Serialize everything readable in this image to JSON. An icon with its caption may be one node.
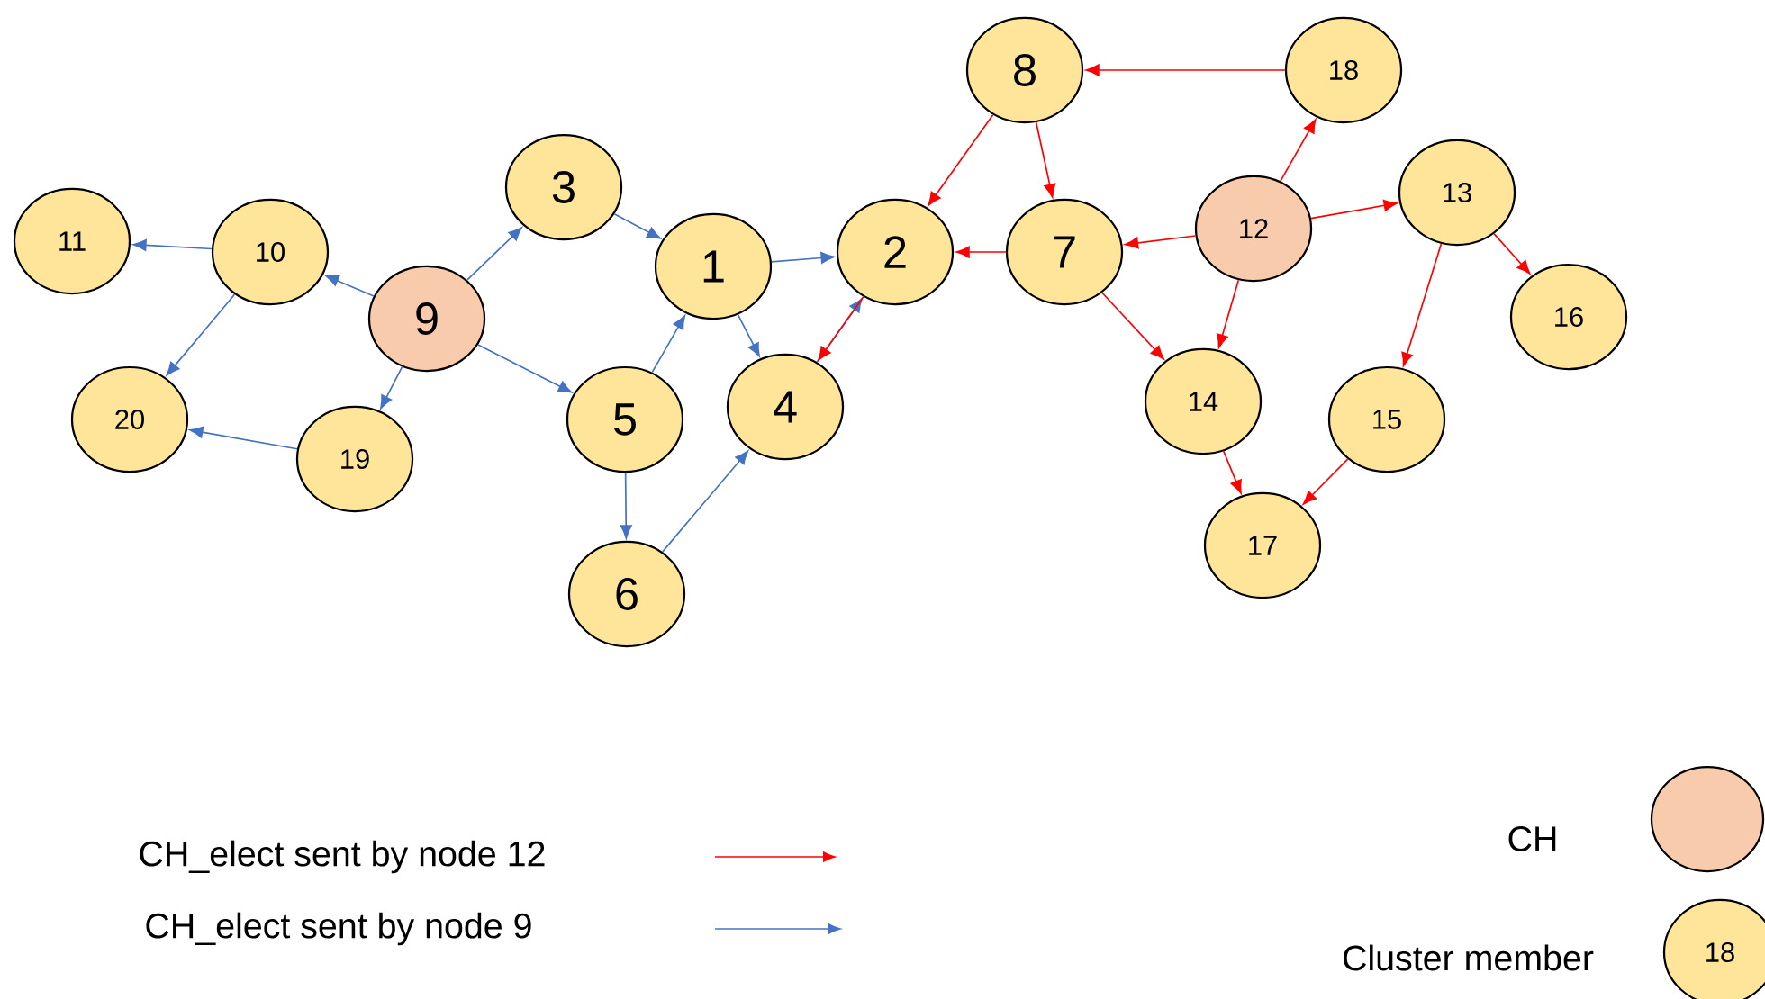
{
  "diagram": {
    "nodes": [
      {
        "text": [
          "1"
        ]
      },
      {
        "text": [
          "2"
        ]
      },
      {
        "text": [
          "3"
        ]
      },
      {
        "text": [
          "4"
        ]
      },
      {
        "text": [
          "5"
        ]
      },
      {
        "text": [
          "6"
        ]
      },
      {
        "text": [
          "7"
        ]
      },
      {
        "text": [
          "8"
        ]
      },
      {
        "text": [
          "9"
        ]
      },
      {
        "text": [
          "10"
        ]
      },
      {
        "text": [
          "11"
        ]
      },
      {
        "text": [
          "12"
        ]
      },
      {
        "text": [
          "13"
        ]
      },
      {
        "text": [
          "14"
        ]
      },
      {
        "text": [
          "15"
        ]
      },
      {
        "text": [
          "16"
        ]
      },
      {
        "text": [
          "17"
        ]
      },
      {
        "text": [
          "18"
        ]
      },
      {
        "text": [
          "19"
        ]
      },
      {
        "text": [
          "20"
        ]
      }
    ],
    "edges": [
      {
        "from": 8,
        "to": 2,
        "arrow": "to",
        "color": "#4472c4"
      },
      {
        "from": 8,
        "to": 9,
        "arrow": "to",
        "color": "#4472c4"
      },
      {
        "from": 8,
        "to": 18,
        "arrow": "to",
        "color": "#4472c4"
      },
      {
        "from": 8,
        "to": 4,
        "arrow": "to",
        "color": "#4472c4"
      },
      {
        "from": 9,
        "to": 10,
        "arrow": "to",
        "color": "#4472c4"
      },
      {
        "from": 9,
        "to": 19,
        "arrow": "to",
        "color": "#4472c4"
      },
      {
        "from": 18,
        "to": 19,
        "arrow": "to",
        "color": "#4472c4"
      },
      {
        "from": 2,
        "to": 0,
        "arrow": "to",
        "color": "#4472c4"
      },
      {
        "from": 0,
        "to": 1,
        "arrow": "to",
        "color": "#4472c4"
      },
      {
        "from": 0,
        "to": 3,
        "arrow": "to",
        "color": "#4472c4"
      },
      {
        "from": 4,
        "to": 0,
        "arrow": "to",
        "color": "#4472c4"
      },
      {
        "from": 4,
        "to": 5,
        "arrow": "to",
        "color": "#4472c4"
      },
      {
        "from": 5,
        "to": 3,
        "arrow": "to",
        "color": "#4472c4"
      },
      {
        "from": 3,
        "to": 1,
        "arrow": "to",
        "color": "#4472c4"
      },
      {
        "from": 7,
        "to": 1,
        "arrow": "to",
        "color": "#ff0000"
      },
      {
        "from": 7,
        "to": 6,
        "arrow": "to",
        "color": "#ff0000"
      },
      {
        "from": 6,
        "to": 1,
        "arrow": "to",
        "color": "#ff0000"
      },
      {
        "from": 1,
        "to": 3,
        "arrow": "to",
        "color": "#ff0000"
      },
      {
        "from": 6,
        "to": 13,
        "arrow": "to",
        "color": "#ff0000"
      },
      {
        "from": 11,
        "to": 6,
        "arrow": "to",
        "color": "#ff0000"
      },
      {
        "from": 11,
        "to": 17,
        "arrow": "to",
        "color": "#ff0000"
      },
      {
        "from": 11,
        "to": 12,
        "arrow": "to",
        "color": "#ff0000"
      },
      {
        "from": 11,
        "to": 13,
        "arrow": "to",
        "color": "#ff0000"
      },
      {
        "from": 17,
        "to": 7,
        "arrow": "to",
        "color": "#ff0000"
      },
      {
        "from": 12,
        "to": 15,
        "arrow": "to",
        "color": "#ff0000"
      },
      {
        "from": 12,
        "to": 14,
        "arrow": "to",
        "color": "#ff0000"
      },
      {
        "from": 13,
        "to": 16,
        "arrow": "to",
        "color": "#ff0000"
      },
      {
        "from": 14,
        "to": 16,
        "arrow": "to",
        "color": "#ff0000"
      }
    ],
    "labels": [
      "18"
    ],
    "legend": [
      {
        "text": "CH_elect sent by node 12"
      },
      {
        "text": "CH_elect sent by node 9"
      },
      {
        "text": "CH"
      },
      {
        "text": "Cluster member"
      }
    ]
  }
}
